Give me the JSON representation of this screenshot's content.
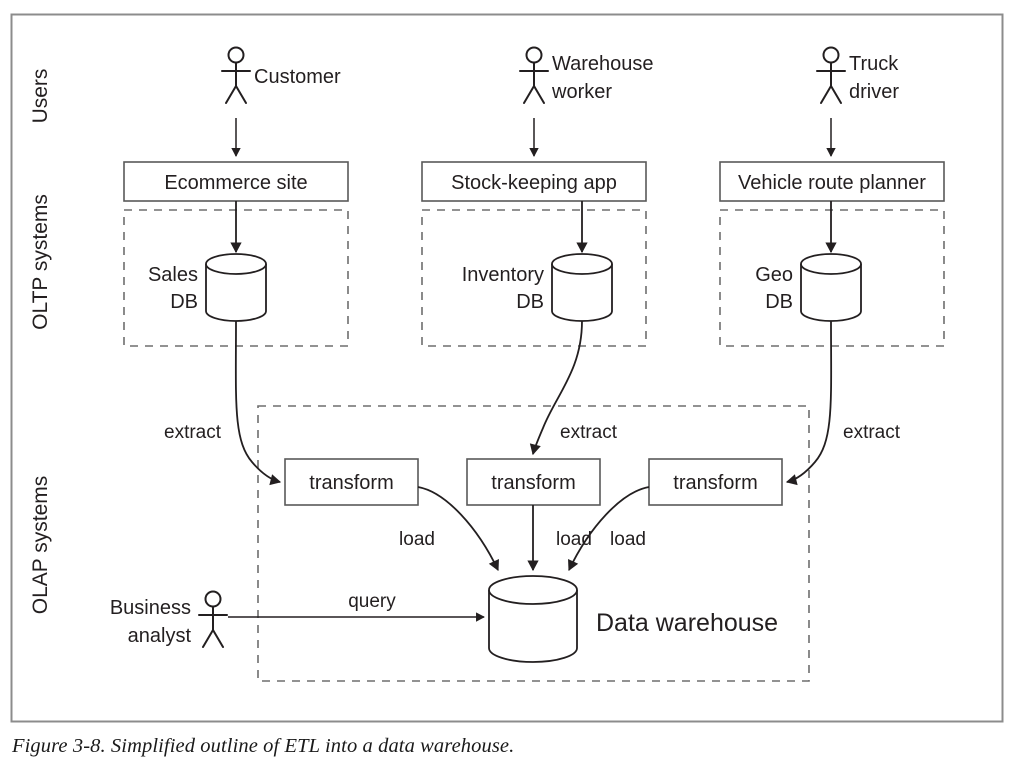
{
  "figure": {
    "caption": "Figure 3-8. Simplified outline of ETL into a data warehouse.",
    "frame": {
      "border_color": "#8c8c8c"
    }
  },
  "lanes": [
    {
      "id": "users",
      "label": "Users"
    },
    {
      "id": "oltp",
      "label": "OLTP systems"
    },
    {
      "id": "olap",
      "label": "OLAP systems"
    }
  ],
  "actors": [
    {
      "id": "customer",
      "label_line1": "Customer",
      "label_line2": ""
    },
    {
      "id": "warehouse-worker",
      "label_line1": "Warehouse",
      "label_line2": "worker"
    },
    {
      "id": "truck-driver",
      "label_line1": "Truck",
      "label_line2": "driver"
    },
    {
      "id": "business-analyst",
      "label_line1": "Business",
      "label_line2": "analyst"
    }
  ],
  "applications": [
    {
      "id": "ecommerce-site",
      "label": "Ecommerce site"
    },
    {
      "id": "stock-keeping-app",
      "label": "Stock-keeping app"
    },
    {
      "id": "vehicle-route-planner",
      "label": "Vehicle route planner"
    }
  ],
  "databases": [
    {
      "id": "sales-db",
      "label_line1": "Sales",
      "label_line2": "DB"
    },
    {
      "id": "inventory-db",
      "label_line1": "Inventory",
      "label_line2": "DB"
    },
    {
      "id": "geo-db",
      "label_line1": "Geo",
      "label_line2": "DB"
    }
  ],
  "transforms": [
    {
      "id": "transform-1",
      "label": "transform"
    },
    {
      "id": "transform-2",
      "label": "transform"
    },
    {
      "id": "transform-3",
      "label": "transform"
    }
  ],
  "warehouse": {
    "id": "data-warehouse",
    "label": "Data warehouse"
  },
  "edges": {
    "extract": [
      {
        "id": "extract-1",
        "label": "extract",
        "from": "sales-db",
        "to": "transform-1"
      },
      {
        "id": "extract-2",
        "label": "extract",
        "from": "inventory-db",
        "to": "transform-2"
      },
      {
        "id": "extract-3",
        "label": "extract",
        "from": "geo-db",
        "to": "transform-3"
      }
    ],
    "load": [
      {
        "id": "load-1",
        "label": "load",
        "from": "transform-1",
        "to": "data-warehouse"
      },
      {
        "id": "load-2",
        "label": "load",
        "from": "transform-2",
        "to": "data-warehouse"
      },
      {
        "id": "load-3",
        "label": "load",
        "from": "transform-3",
        "to": "data-warehouse"
      }
    ],
    "query": [
      {
        "id": "query-1",
        "label": "query",
        "from": "business-analyst",
        "to": "data-warehouse"
      }
    ]
  },
  "chart_data": {
    "type": "diagram",
    "title": "Simplified outline of ETL into a data warehouse",
    "swimlanes": [
      "Users",
      "OLTP systems",
      "OLAP systems"
    ],
    "nodes": [
      {
        "name": "Customer",
        "type": "actor",
        "lane": "Users"
      },
      {
        "name": "Warehouse worker",
        "type": "actor",
        "lane": "Users"
      },
      {
        "name": "Truck driver",
        "type": "actor",
        "lane": "Users"
      },
      {
        "name": "Business analyst",
        "type": "actor",
        "lane": "OLAP systems"
      },
      {
        "name": "Ecommerce site",
        "type": "application",
        "lane": "OLTP systems"
      },
      {
        "name": "Stock-keeping app",
        "type": "application",
        "lane": "OLTP systems"
      },
      {
        "name": "Vehicle route planner",
        "type": "application",
        "lane": "OLTP systems"
      },
      {
        "name": "Sales DB",
        "type": "database",
        "lane": "OLTP systems"
      },
      {
        "name": "Inventory DB",
        "type": "database",
        "lane": "OLTP systems"
      },
      {
        "name": "Geo DB",
        "type": "database",
        "lane": "OLTP systems"
      },
      {
        "name": "transform",
        "type": "process",
        "lane": "OLAP systems"
      },
      {
        "name": "transform",
        "type": "process",
        "lane": "OLAP systems"
      },
      {
        "name": "transform",
        "type": "process",
        "lane": "OLAP systems"
      },
      {
        "name": "Data warehouse",
        "type": "database",
        "lane": "OLAP systems"
      }
    ],
    "links": [
      {
        "from": "Customer",
        "to": "Ecommerce site",
        "label": ""
      },
      {
        "from": "Warehouse worker",
        "to": "Stock-keeping app",
        "label": ""
      },
      {
        "from": "Truck driver",
        "to": "Vehicle route planner",
        "label": ""
      },
      {
        "from": "Ecommerce site",
        "to": "Sales DB",
        "label": ""
      },
      {
        "from": "Stock-keeping app",
        "to": "Inventory DB",
        "label": ""
      },
      {
        "from": "Vehicle route planner",
        "to": "Geo DB",
        "label": ""
      },
      {
        "from": "Sales DB",
        "to": "transform",
        "label": "extract"
      },
      {
        "from": "Inventory DB",
        "to": "transform",
        "label": "extract"
      },
      {
        "from": "Geo DB",
        "to": "transform",
        "label": "extract"
      },
      {
        "from": "transform",
        "to": "Data warehouse",
        "label": "load"
      },
      {
        "from": "transform",
        "to": "Data warehouse",
        "label": "load"
      },
      {
        "from": "transform",
        "to": "Data warehouse",
        "label": "load"
      },
      {
        "from": "Business analyst",
        "to": "Data warehouse",
        "label": "query"
      }
    ]
  }
}
